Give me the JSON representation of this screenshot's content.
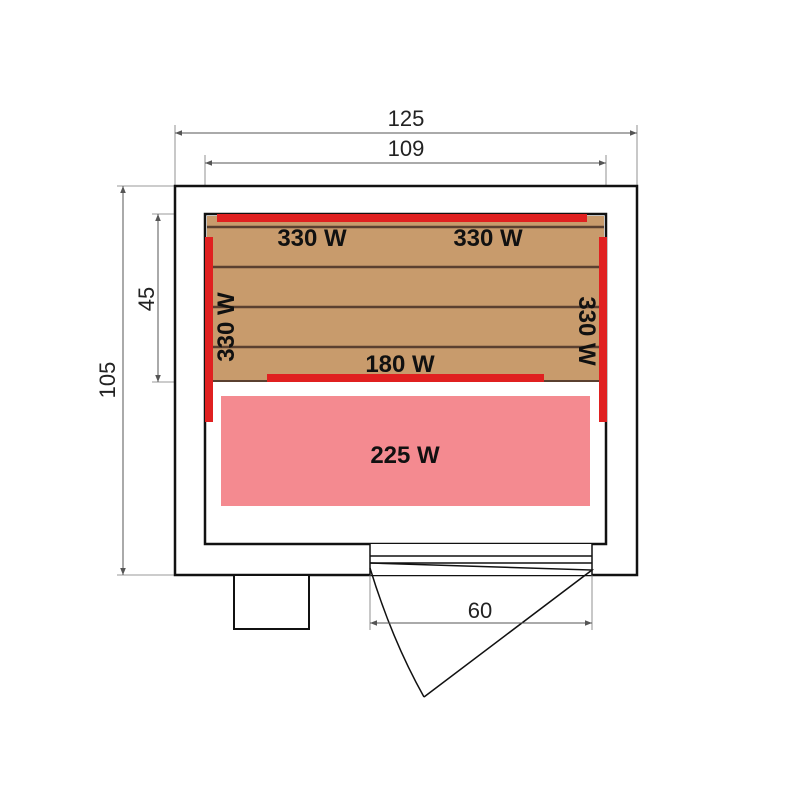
{
  "dimensions": {
    "outer_width": "125",
    "inner_width": "109",
    "outer_depth": "105",
    "bench_depth": "45",
    "door_width": "60"
  },
  "heaters": {
    "back_left": "330 W",
    "back_right": "330 W",
    "side_left": "330 W",
    "side_right": "330 W",
    "bench": "180 W",
    "floor": "225 W"
  },
  "colors": {
    "bench_wood": "#c89b6c",
    "bench_slat": "#5a4030",
    "heater_strip": "#e02020",
    "floor_heater": "#f48a90",
    "wall_outline": "#111111"
  }
}
